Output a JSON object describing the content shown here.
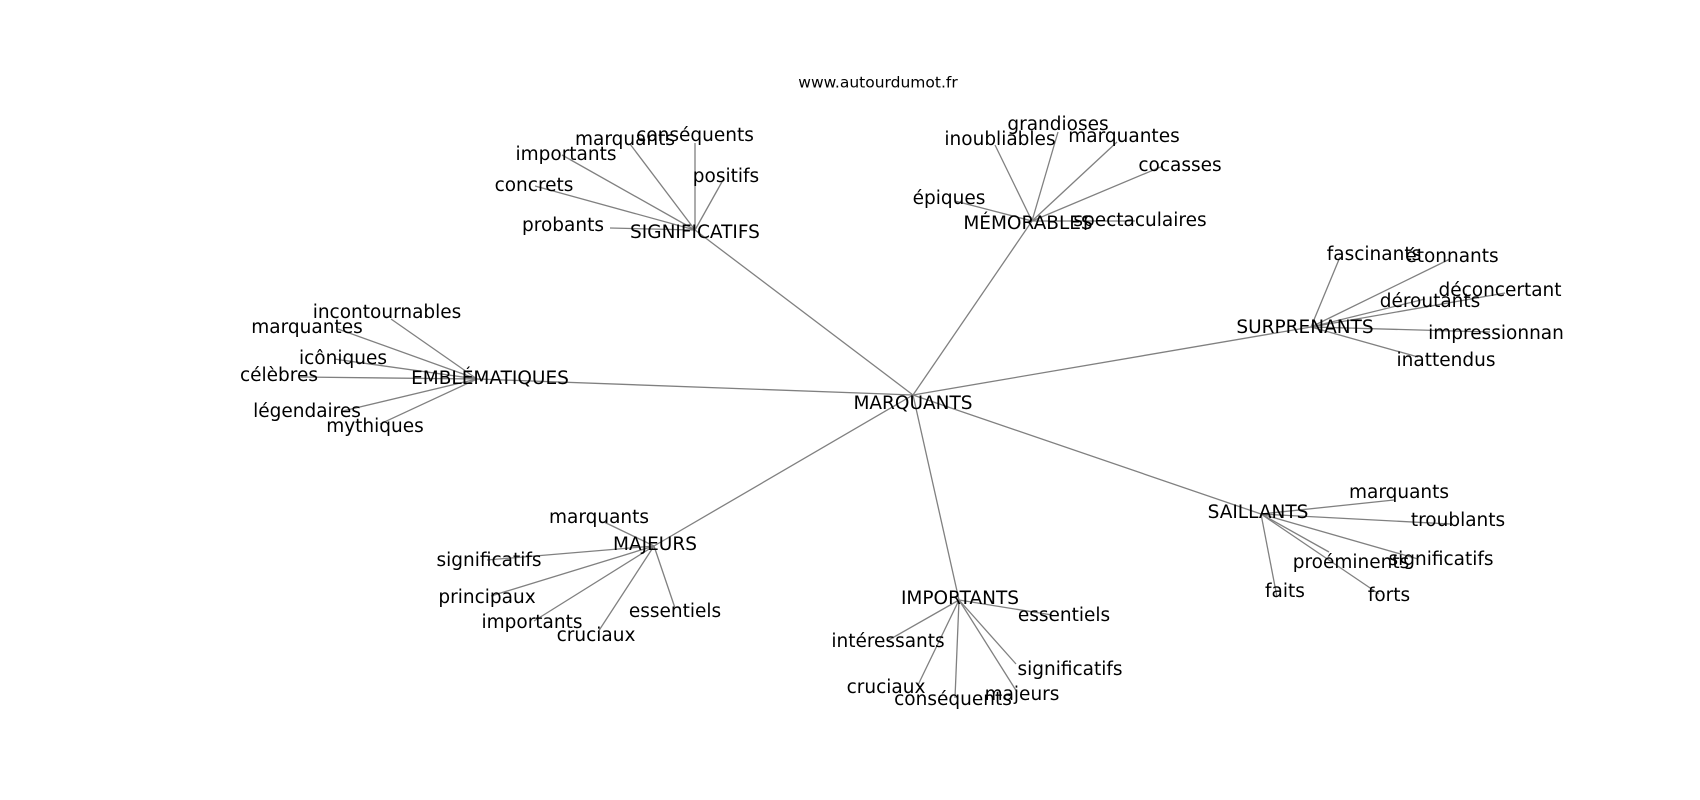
{
  "source": "www.autourdumot.fr",
  "center": "MARQUANTS",
  "hubs": [
    {
      "label": "SIGNIFICATIFS",
      "leaves": [
        "conséquents",
        "marquants",
        "importants",
        "positifs",
        "concrets",
        "probants"
      ]
    },
    {
      "label": "MÉMORABLES",
      "leaves": [
        "grandioses",
        "inoubliables",
        "marquantes",
        "cocasses",
        "épiques",
        "spectaculaires"
      ]
    },
    {
      "label": "SURPRENANTS",
      "leaves": [
        "fascinants",
        "étonnants",
        "déconcertant",
        "déroutants",
        "impressionnan",
        "inattendus"
      ]
    },
    {
      "label": "EMBLÉMATIQUES",
      "leaves": [
        "incontournables",
        "marquantes",
        "icôniques",
        "célèbres",
        "légendaires",
        "mythiques"
      ]
    },
    {
      "label": "SAILLANTS",
      "leaves": [
        "marquants",
        "troublants",
        "proéminents",
        "significatifs",
        "faits",
        "forts"
      ]
    },
    {
      "label": "MAJEURS",
      "leaves": [
        "marquants",
        "significatifs",
        "principaux",
        "importants",
        "cruciaux",
        "essentiels"
      ]
    },
    {
      "label": "IMPORTANTS",
      "leaves": [
        "essentiels",
        "intéressants",
        "significatifs",
        "cruciaux",
        "majeurs",
        "conséquents"
      ]
    }
  ]
}
